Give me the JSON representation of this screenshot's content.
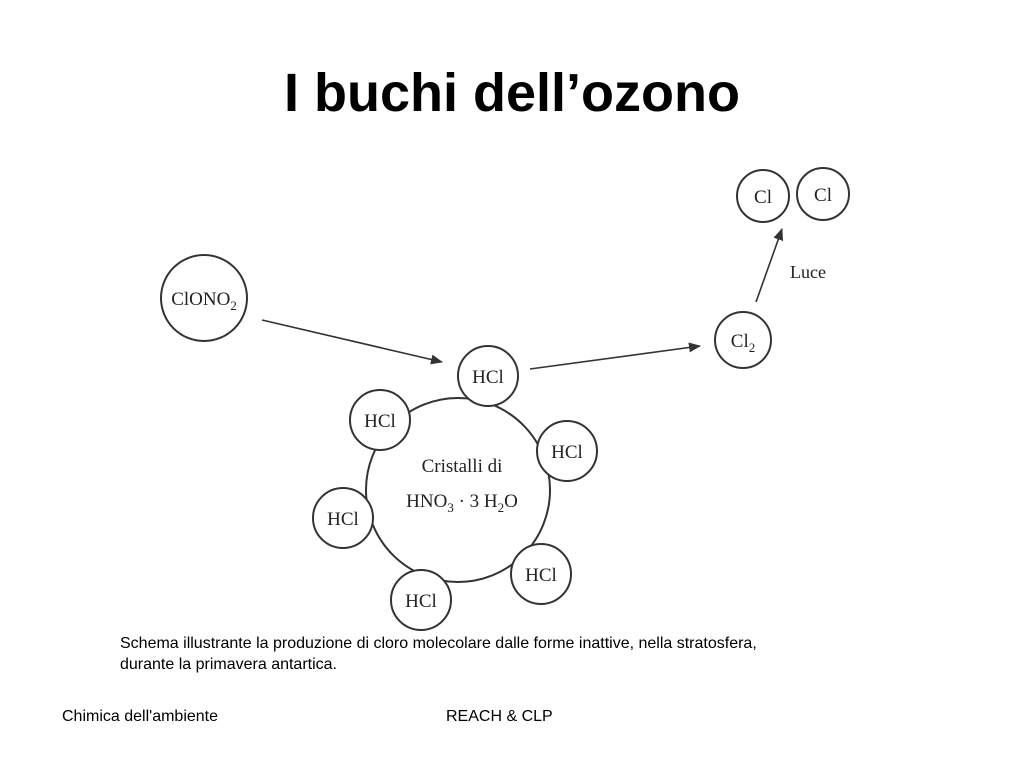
{
  "slide": {
    "title": "I buchi dell’ozono",
    "caption_line1": "Schema illustrante la produzione di cloro molecolare dalle forme inattive, nella stratosfera,",
    "caption_line2": "durante la primavera antartica."
  },
  "diagram": {
    "clono2": {
      "main": "ClONO",
      "sub": "2"
    },
    "hcl_label": "HCl",
    "crystal": {
      "line1": "Cristalli di",
      "hno": "HNO",
      "hno_sub": "3",
      "mid": " · 3 H",
      "h_sub": "2",
      "tail": "O"
    },
    "cl2": {
      "main": "Cl",
      "sub": "2"
    },
    "light_label": "Luce",
    "cl_atom_label": "Cl"
  },
  "footer": {
    "left": "Chimica dell'ambiente",
    "center": "REACH & CLP"
  }
}
